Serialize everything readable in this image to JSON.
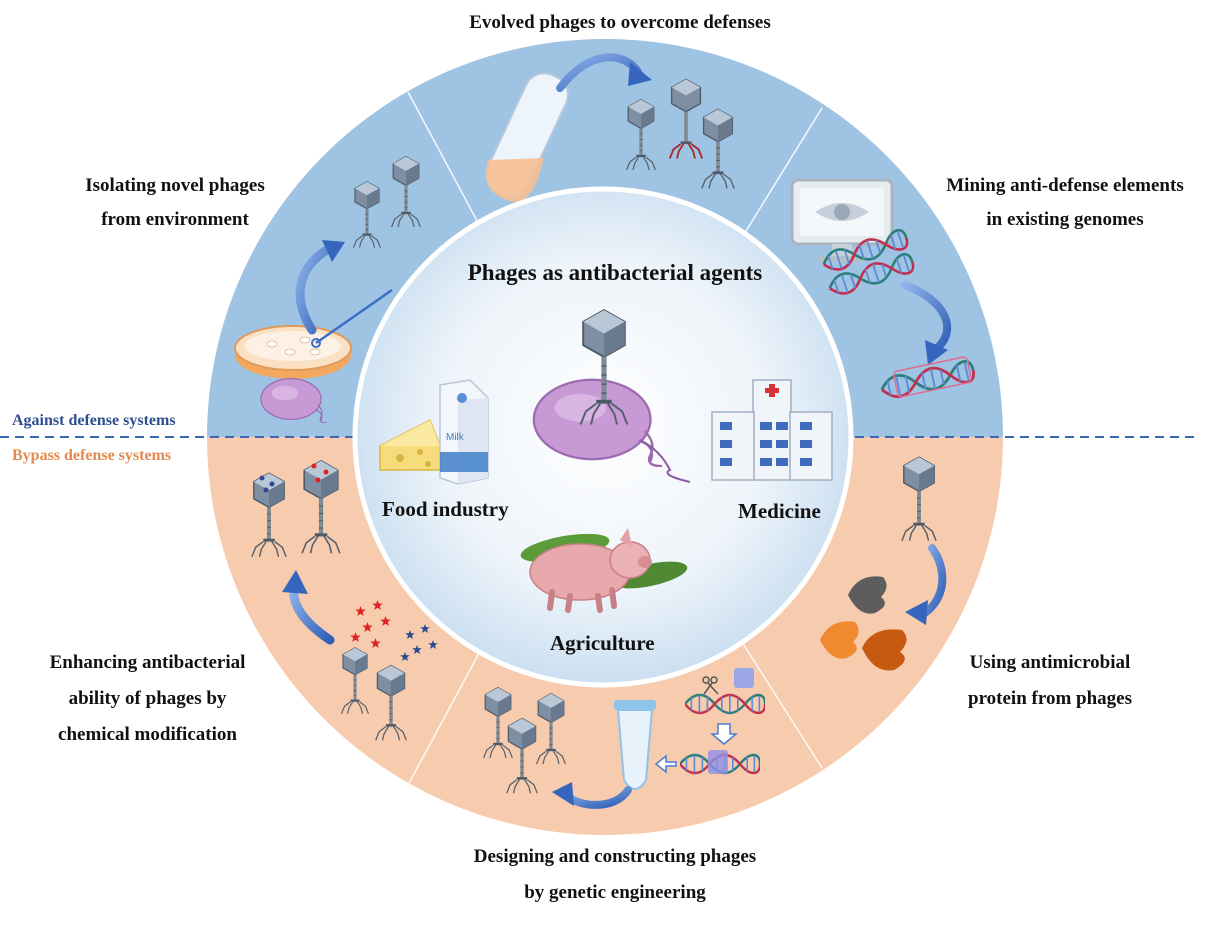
{
  "colors": {
    "top_ring": "#9fc3e3",
    "bottom_ring": "#f7cbad",
    "center_light": "#ffffff",
    "center_mid": "#dce9f5",
    "divider": "#3b67b5",
    "arrow": "#4d7bcf",
    "against_text": "#2e4f8f",
    "bypass_text": "#e38a4e"
  },
  "labels": {
    "center_title": "Phages as antibacterial agents",
    "food": "Food industry",
    "medicine": "Medicine",
    "agriculture": "Agriculture",
    "milk": "Milk",
    "against": "Against defense systems",
    "bypass": "Bypass defense systems"
  },
  "segments": {
    "evolved": "Evolved phages to overcome defenses",
    "isolating_1": "Isolating novel phages",
    "isolating_2": "from environment",
    "mining_1": "Mining anti-defense elements",
    "mining_2": "in existing genomes",
    "enhancing_1": "Enhancing antibacterial",
    "enhancing_2": "ability of phages by",
    "enhancing_3": "chemical modification",
    "using_1": "Using antimicrobial",
    "using_2": "protein from phages",
    "designing_1": "Designing and constructing phages",
    "designing_2": "by genetic engineering"
  },
  "icons": [
    "bacteriophage-icon",
    "test-tube-icon",
    "petri-dish-icon",
    "computer-monitor-icon",
    "dna-helix-icon",
    "bacterium-icon",
    "milk-carton-icon",
    "cheese-icon",
    "hospital-icon",
    "pig-icon",
    "leaf-icon",
    "antimicrobial-protein-icon",
    "scissors-icon",
    "microcentrifuge-tube-icon",
    "chemical-molecule-icon",
    "curved-arrow-icon"
  ]
}
